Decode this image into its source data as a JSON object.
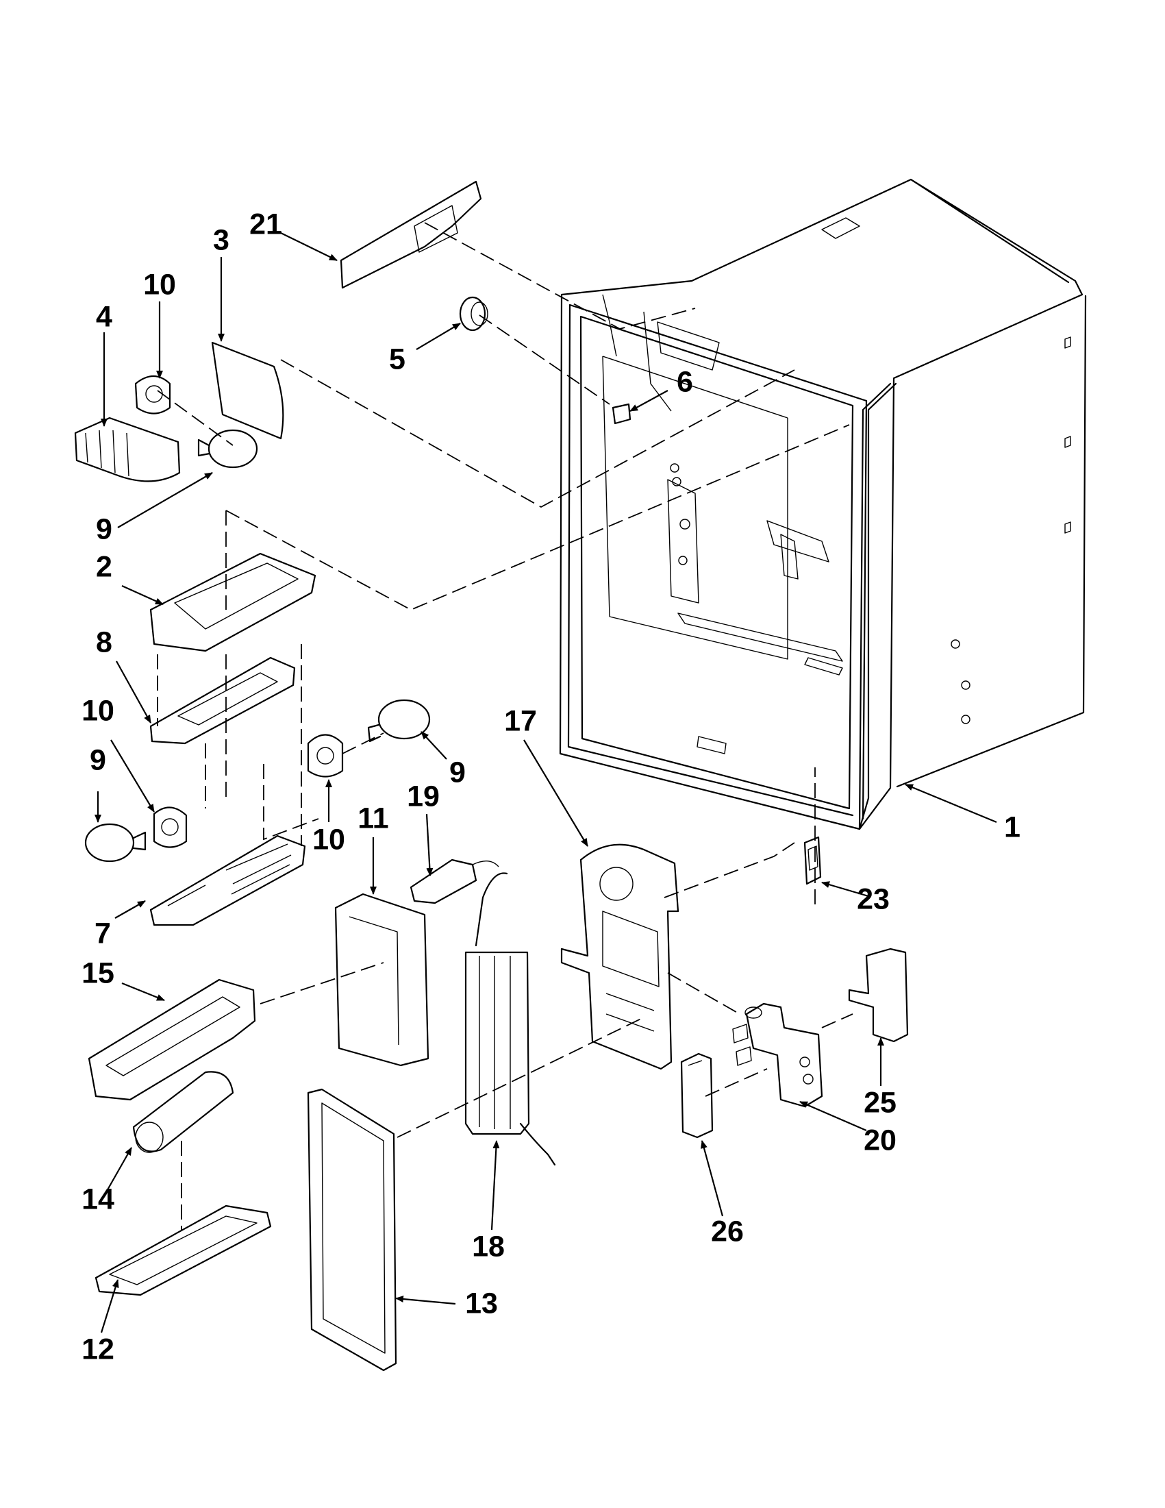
{
  "callouts": [
    {
      "id": "c21",
      "label": "21"
    },
    {
      "id": "c3",
      "label": "3"
    },
    {
      "id": "c10a",
      "label": "10"
    },
    {
      "id": "c4",
      "label": "4"
    },
    {
      "id": "c5",
      "label": "5"
    },
    {
      "id": "c6",
      "label": "6"
    },
    {
      "id": "c9a",
      "label": "9"
    },
    {
      "id": "c2",
      "label": "2"
    },
    {
      "id": "c8",
      "label": "8"
    },
    {
      "id": "c10b",
      "label": "10"
    },
    {
      "id": "c9b",
      "label": "9"
    },
    {
      "id": "c9c",
      "label": "9"
    },
    {
      "id": "c10c",
      "label": "10"
    },
    {
      "id": "c17",
      "label": "17"
    },
    {
      "id": "c19",
      "label": "19"
    },
    {
      "id": "c11",
      "label": "11"
    },
    {
      "id": "c1",
      "label": "1"
    },
    {
      "id": "c7",
      "label": "7"
    },
    {
      "id": "c23",
      "label": "23"
    },
    {
      "id": "c15",
      "label": "15"
    },
    {
      "id": "c25",
      "label": "25"
    },
    {
      "id": "c20",
      "label": "20"
    },
    {
      "id": "c14",
      "label": "14"
    },
    {
      "id": "c26",
      "label": "26"
    },
    {
      "id": "c18",
      "label": "18"
    },
    {
      "id": "c13",
      "label": "13"
    },
    {
      "id": "c12",
      "label": "12"
    }
  ]
}
